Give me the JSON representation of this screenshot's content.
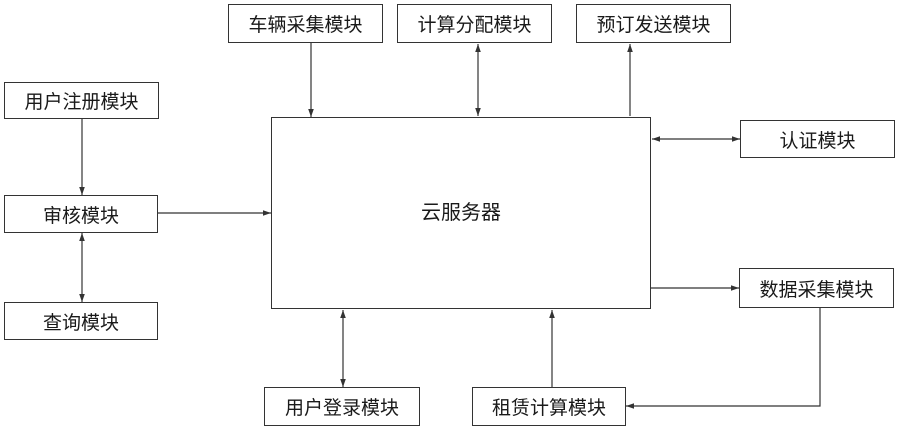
{
  "diagram": {
    "line_color": "#333333",
    "nodes": {
      "vehicle_collect": "车辆采集模块",
      "compute_allocate": "计算分配模块",
      "booking_send": "预订发送模块",
      "user_register": "用户注册模块",
      "audit": "审核模块",
      "query": "查询模块",
      "cloud_server": "云服务器",
      "auth": "认证模块",
      "data_collect": "数据采集模块",
      "user_login": "用户登录模块",
      "rent_compute": "租赁计算模块"
    },
    "edges": [
      {
        "from": "vehicle_collect",
        "to": "cloud_server",
        "direction": "forward"
      },
      {
        "from": "compute_allocate",
        "to": "cloud_server",
        "direction": "both"
      },
      {
        "from": "cloud_server",
        "to": "booking_send",
        "direction": "forward"
      },
      {
        "from": "user_register",
        "to": "audit",
        "direction": "forward"
      },
      {
        "from": "audit",
        "to": "cloud_server",
        "direction": "forward"
      },
      {
        "from": "audit",
        "to": "query",
        "direction": "both"
      },
      {
        "from": "cloud_server",
        "to": "auth",
        "direction": "both"
      },
      {
        "from": "cloud_server",
        "to": "data_collect",
        "direction": "forward"
      },
      {
        "from": "user_login",
        "to": "cloud_server",
        "direction": "both"
      },
      {
        "from": "rent_compute",
        "to": "cloud_server",
        "direction": "forward"
      },
      {
        "from": "data_collect",
        "to": "rent_compute",
        "direction": "forward"
      }
    ]
  }
}
